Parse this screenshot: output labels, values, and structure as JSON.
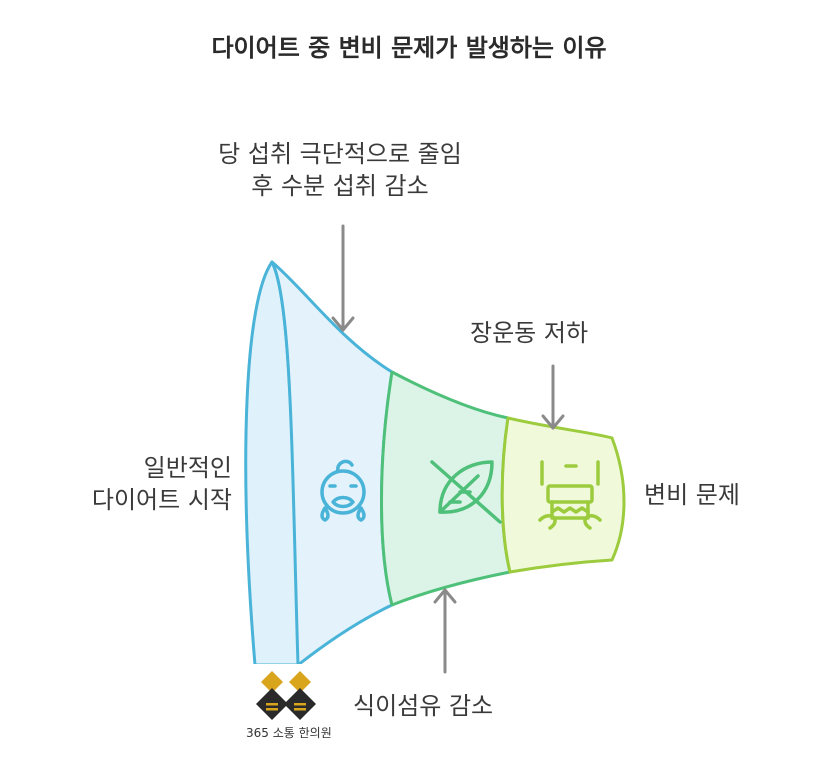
{
  "title": "다이어트 중 변비 문제가 발생하는 이유",
  "labels": {
    "start_line1": "일반적인",
    "start_line2": "다이어트 시작",
    "water_line1": "당 섭취 극단적으로 줄임",
    "water_line2": "후 수분 섭취 감소",
    "fiber": "식이섬유 감소",
    "motility": "장운동 저하",
    "result": "변비 문제"
  },
  "stages": [
    {
      "name": "일반적인 다이어트 시작",
      "color": "#4ab3d8",
      "fill": "#dff1fa",
      "icon": "ring-face-icon"
    },
    {
      "name": "당 섭취 극단적으로 줄임 후 수분 섭취 감소",
      "color": "#4ab3d8",
      "fill": "#e3f3fb",
      "icon": "crying-face-icon"
    },
    {
      "name": "식이섬유 감소",
      "color": "#4fc07a",
      "fill": "#d9f3e6",
      "icon": "no-leaf-icon"
    },
    {
      "name": "장운동 저하",
      "color": "#9ccc3d",
      "fill": "#eef8d6",
      "icon": "toilet-paper-icon"
    }
  ],
  "logo": {
    "text": "365 소통 한의원",
    "colors": {
      "gold": "#d8a51c",
      "dark": "#2a2a2a"
    }
  },
  "arrow_color": "#8a8a8a"
}
